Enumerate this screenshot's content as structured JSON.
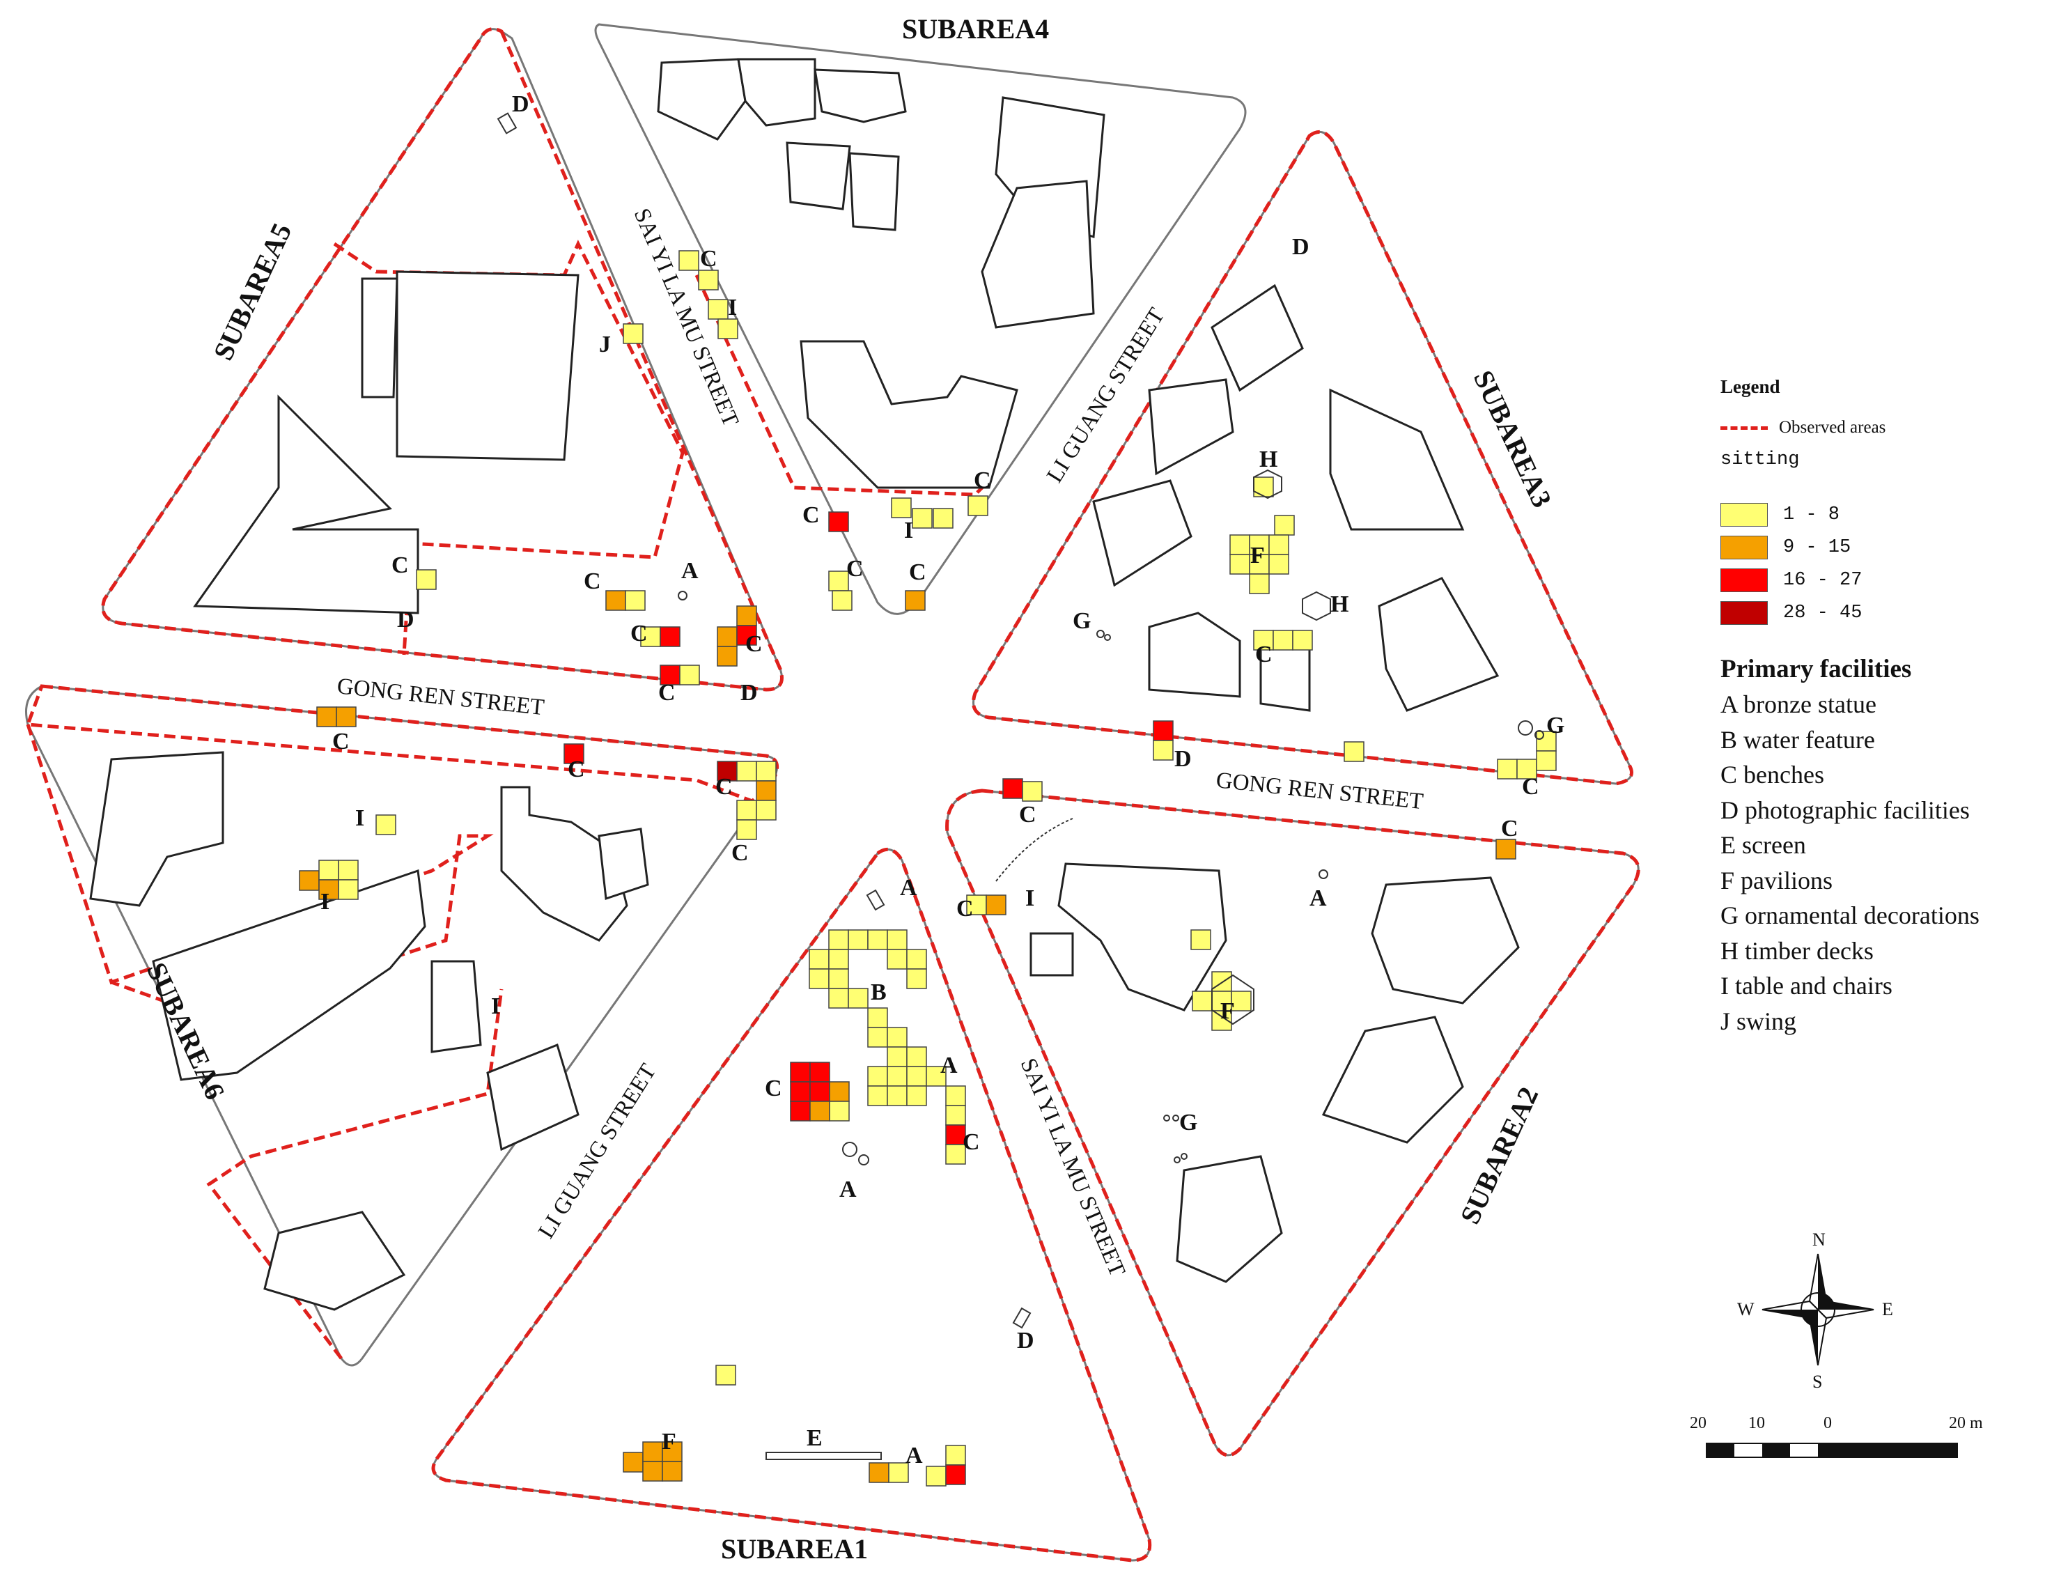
{
  "map": {
    "subareas": [
      "SUBAREA1",
      "SUBAREA2",
      "SUBAREA3",
      "SUBAREA4",
      "SUBAREA5",
      "SUBAREA6"
    ],
    "streets": {
      "gong_ren_left": "GONG REN STREET",
      "gong_ren_right": "GONG REN STREET",
      "sai_yi_top": "SAI YI LA MU STREET",
      "sai_yi_bottom": "SAI YI LA MU STREET",
      "li_guang_top": "LI GUANG STREET",
      "li_guang_bottom": "LI GUANG STREET"
    },
    "facility_letters": {
      "A": "A",
      "B": "B",
      "C": "C",
      "D": "D",
      "E": "E",
      "F": "F",
      "G": "G",
      "H": "H",
      "I": "I",
      "J": "J"
    }
  },
  "legend": {
    "title": "Legend",
    "observed_label": "Observed areas",
    "measure": "sitting",
    "classes": [
      {
        "label": "1  -  8",
        "color": "#ffff73"
      },
      {
        "label": "9  -  15",
        "color": "#f5a000"
      },
      {
        "label": "16  -  27",
        "color": "#ff0000"
      },
      {
        "label": "28  -  45",
        "color": "#c00000"
      }
    ],
    "observed_color": "#e0201c"
  },
  "facilities": {
    "title": "Primary facilities",
    "items": [
      "A bronze statue",
      "B water feature",
      "C benches",
      "D photographic facilities",
      "E screen",
      "F pavilions",
      "G ornamental decorations",
      "H timber decks",
      "I table and chairs",
      "J swing"
    ]
  },
  "compass": {
    "n": "N",
    "s": "S",
    "e": "E",
    "w": "W"
  },
  "scale": {
    "ticks": [
      "20",
      "10",
      "0",
      "20 m"
    ]
  }
}
